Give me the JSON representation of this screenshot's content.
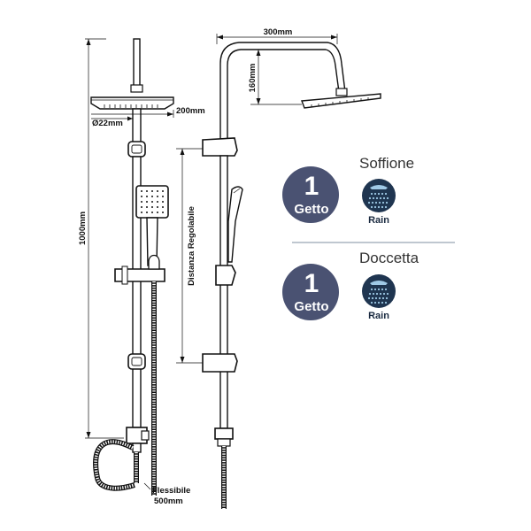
{
  "dimensions": {
    "arm_width": "300mm",
    "arm_drop": "160mm",
    "head_width": "200mm",
    "pipe_diameter": "Ø22mm",
    "column_height": "1000mm",
    "adjustable_range": "Distanza Regolabile",
    "hose_label": "Flessibile",
    "hose_length": "500mm"
  },
  "sections": [
    {
      "title": "Soffione",
      "badge_number": "1",
      "badge_word": "Getto",
      "icon": "rain-spray-icon",
      "icon_label": "Rain"
    },
    {
      "title": "Doccetta",
      "badge_number": "1",
      "badge_word": "Getto",
      "icon": "rain-spray-icon",
      "icon_label": "Rain"
    }
  ],
  "colors": {
    "badge": "#4a5272",
    "icon_bg": "#1f3550",
    "spray": "#9fc9e6",
    "divider": "#7f8fa0"
  }
}
